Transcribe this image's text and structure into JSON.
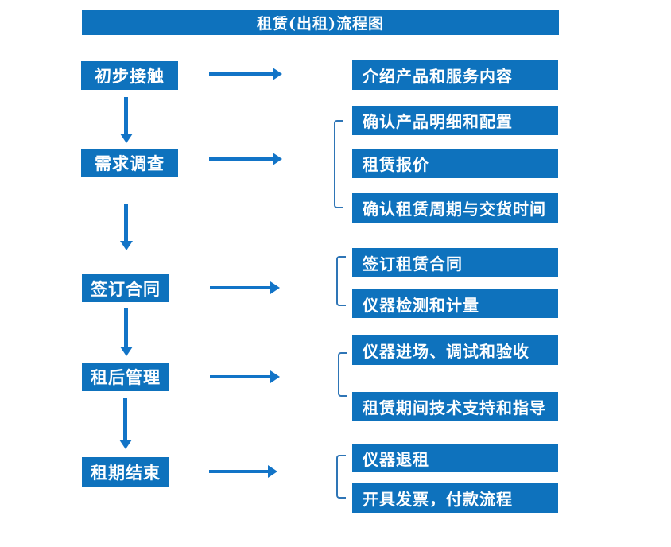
{
  "title": "租赁(出租)流程图",
  "rows": [
    {
      "step": "初步接触",
      "details": [
        "介绍产品和服务内容"
      ]
    },
    {
      "step": "需求调查",
      "details": [
        "确认产品明细和配置",
        "租赁报价",
        "确认租赁周期与交货时间"
      ]
    },
    {
      "step": "签订合同",
      "details": [
        "签订租赁合同",
        "仪器检测和计量"
      ]
    },
    {
      "step": "租后管理",
      "details": [
        "仪器进场、调试和验收",
        "租赁期间技术支持和指导"
      ]
    },
    {
      "step": "租期结束",
      "details": [
        "仪器退租",
        "开具发票，付款流程"
      ]
    }
  ],
  "colors": {
    "box_blue": "#0e72bd",
    "arrow_blue": "#1274c7",
    "bracket_blue": "#2e75b6",
    "text_white": "#ffffff",
    "background": "#ffffff"
  }
}
